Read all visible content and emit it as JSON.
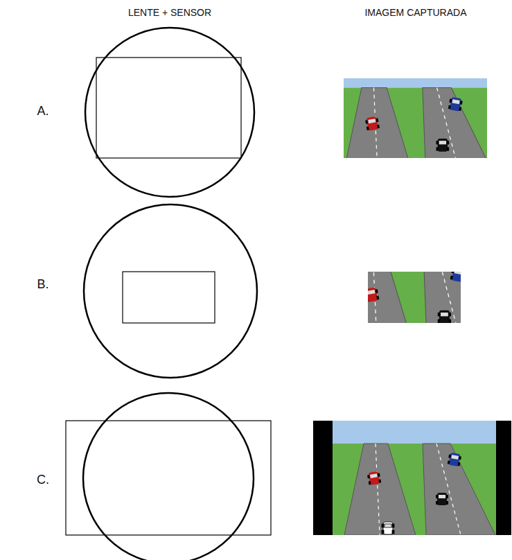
{
  "diagram": {
    "labels": [
      "LENTE + SENSOR",
      "IMAGEM CAPTURADA",
      "A.",
      "B.",
      "C."
    ]
  }
}
